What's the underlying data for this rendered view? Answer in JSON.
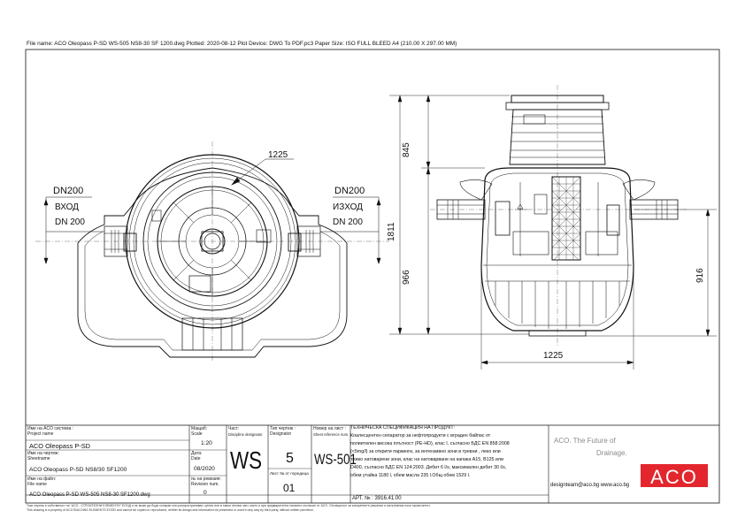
{
  "header": {
    "text": "File name: ACO Oleopass P-SD WS-505 NS8-30 SF 1200.dwg   Plotted: 2020-08-12   Plot Device: DWG To PDF.pc3   Paper Size: ISO FULL BLEED A4 (210.00 X 297.00 MM)"
  },
  "plan": {
    "dim_diameter": "1225",
    "left_pipe_size": "DN200",
    "left_label_1": "ВХОД",
    "left_label_2": "DN  200",
    "right_pipe_size": "DN200",
    "right_label_1": "ИЗХОД",
    "right_label_2": "DN  200"
  },
  "section": {
    "dim_top": "845",
    "dim_total": "1811",
    "dim_bottom": "966",
    "dim_right": "916",
    "dim_width": "1225"
  },
  "title_block": {
    "system_label_bg": "Име на ACO система :",
    "system_label_en": "Project name",
    "system_value": "ACO Oleopass P-SD",
    "sheet_label_bg": "Име на чертеж:",
    "sheet_label_en": "Sheetname",
    "sheet_value": "ACO Oleopass P-SD NS8/30 SF1200",
    "file_label_bg": "Име на файл:",
    "file_label_en": "File name",
    "file_value": "ACO Oleopass P-SD WS-505 NS8-30 SF1200.dwg",
    "scale_label_bg": "Мащаб:",
    "scale_label_en": "Scale",
    "scale_value": "1:20",
    "date_label_bg": "Дата:",
    "date_label_en": "Date",
    "date_value": "08/2020",
    "revision_label_bg": "№ на ревизия:",
    "revision_label_en": "Revision num.",
    "revision_value": "0",
    "discipline_label_bg": "Част:",
    "discipline_label_en": "Discipline designator",
    "discipline_value": "WS",
    "type_label_bg": "Тип чертеж :",
    "type_label_en": "Designator",
    "type_value": "5",
    "sheetno_label_bg": "Лист № от поредица",
    "sheetno_value": "01",
    "ref_label_bg": "Номер на лист :",
    "ref_label_en": "Sheet reference num.",
    "ref_value": "WS-501",
    "spec_title": "ТЕХНИЧЕСКА СПЕЦИФИКАЦИЯ НА ПРОДУКТ:",
    "spec_lines": [
      "Коалесцентен сепаратор за нефтопродукти с вграден байпас от",
      "полиетилен висока плътност (PE-HD), клас I, съгласно БДС EN 858:2008",
      "(<5mg/l) за открити паркинги, за интензивно зони в тревни , леко или",
      "тежко натоварени зони, клас на натоварване на капака А15, В125 или",
      "D400, съгласно БДС EN 124:2003. Дебит 6 l/s, максимален дебит 30 l/s,",
      "обем утайка 1180 l, обем масла 235 l.Общ обем 1529 l."
    ],
    "art_no": "АРТ. № : 3916.41.00",
    "aco_tagline_1": "ACO. The Future of",
    "aco_tagline_2": "Drainage.",
    "aco_contact": "designteam@aco.bg  www.aco.bg",
    "aco_logo": "ACO"
  },
  "footer": {
    "line1": "Този чертеж е собственост на \"ACO - СТРОИТЕЛНИ ЕЛЕМЕНТИ\" ЕООД и не може да бъде копиран или разпространяван, целия или в някоя негова част, както и при предварително писмено съгласие от ACO. Отговорност за конкретните решения и изпълнения носи проектантът.",
    "line2": "This drawing is a property of ACO BUILDING ELEMENTS EOOD and cannot be copied or reproduced, neither its design and information be presented or used in any way by third party, without written permition."
  },
  "colors": {
    "line": "#111111",
    "accent": "#e3262d",
    "accent_text": "#8a8a8a"
  }
}
